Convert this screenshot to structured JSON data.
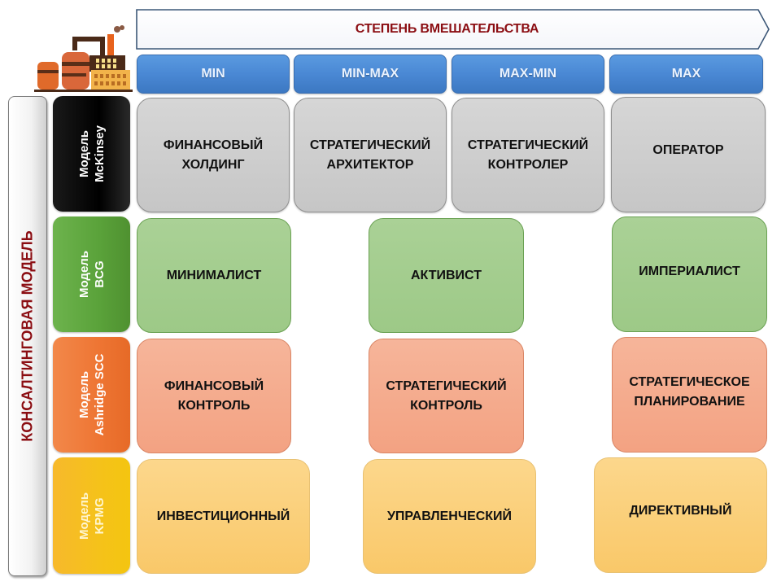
{
  "header": {
    "title": "СТЕПЕНЬ ВМЕШАТЕЛЬСТВА",
    "icon": "factory-icon"
  },
  "columns": [
    {
      "label": "MIN"
    },
    {
      "label": "MIN-MAX"
    },
    {
      "label": "MAX-MIN"
    },
    {
      "label": "MAX"
    }
  ],
  "side_label": "КОНСАЛТИНГОВАЯ МОДЕЛЬ",
  "models": [
    {
      "line1": "Модель",
      "line2": "McKinsey",
      "color": "#000000",
      "cells": [
        {
          "line1": "ФИНАНСОВЫЙ",
          "line2": "ХОЛДИНГ"
        },
        {
          "line1": "СТРАТЕГИЧЕСКИЙ",
          "line2": "АРХИТЕКТОР"
        },
        {
          "line1": "СТРАТЕГИЧЕСКИЙ",
          "line2": "КОНТРОЛЕР"
        },
        {
          "line1": "ОПЕРАТОР",
          "line2": ""
        }
      ]
    },
    {
      "line1": "Модель",
      "line2": "BCG",
      "color": "#5aa23a",
      "cells": [
        {
          "line1": "МИНИМАЛИСТ",
          "line2": ""
        },
        {
          "line1": "АКТИВИСТ",
          "line2": ""
        },
        {
          "line1": "ИМПЕРИАЛИСТ",
          "line2": ""
        }
      ]
    },
    {
      "line1": "Модель",
      "line2": "Ashridge SCC",
      "color": "#ee7533",
      "cells": [
        {
          "line1": "ФИНАНСОВЫЙ",
          "line2": "КОНТРОЛЬ"
        },
        {
          "line1": "СТРАТЕГИЧЕСКИЙ",
          "line2": "КОНТРОЛЬ"
        },
        {
          "line1": "СТРАТЕГИЧЕСКОЕ",
          "line2": "ПЛАНИРОВАНИЕ"
        }
      ]
    },
    {
      "line1": "Модель",
      "line2": "KPMG",
      "color": "#f5c21a",
      "cells": [
        {
          "line1": "ИНВЕСТИЦИОННЫЙ",
          "line2": ""
        },
        {
          "line1": "УПРАВЛЕНЧЕСКИЙ",
          "line2": ""
        },
        {
          "line1": "ДИРЕКТИВНЫЙ",
          "line2": ""
        }
      ]
    }
  ],
  "colors": {
    "title_red": "#8b0d12",
    "header_blue": "#4a88d4",
    "grey_cell": "#cccccc",
    "green_cell": "#a3cd8e",
    "salmon_cell": "#f4ab8c",
    "yellow_cell": "#fad07a"
  }
}
